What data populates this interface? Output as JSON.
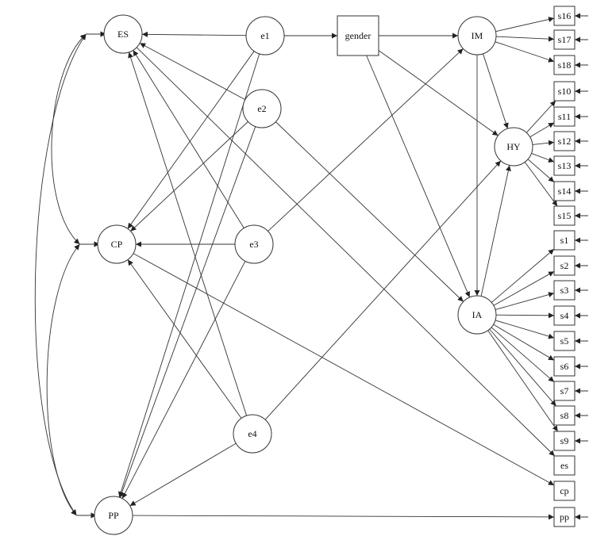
{
  "diagram": {
    "type": "path-diagram",
    "colors": {
      "line": "#333333",
      "node_fill": "#ffffff",
      "text": "#111111"
    },
    "nodes": [
      {
        "id": "ES",
        "label": "ES",
        "shape": "circle"
      },
      {
        "id": "CP",
        "label": "CP",
        "shape": "circle"
      },
      {
        "id": "PP",
        "label": "PP",
        "shape": "circle"
      },
      {
        "id": "e1",
        "label": "e1",
        "shape": "circle"
      },
      {
        "id": "e2",
        "label": "e2",
        "shape": "circle"
      },
      {
        "id": "e3",
        "label": "e3",
        "shape": "circle"
      },
      {
        "id": "e4",
        "label": "e4",
        "shape": "circle"
      },
      {
        "id": "gender",
        "label": "gender",
        "shape": "box"
      },
      {
        "id": "IM",
        "label": "IM",
        "shape": "circle"
      },
      {
        "id": "HY",
        "label": "HY",
        "shape": "circle"
      },
      {
        "id": "IA",
        "label": "IA",
        "shape": "circle"
      },
      {
        "id": "s16",
        "label": "s16",
        "shape": "box"
      },
      {
        "id": "s17",
        "label": "s17",
        "shape": "box"
      },
      {
        "id": "s18",
        "label": "s18",
        "shape": "box"
      },
      {
        "id": "s10",
        "label": "s10",
        "shape": "box"
      },
      {
        "id": "s11",
        "label": "s11",
        "shape": "box"
      },
      {
        "id": "s12",
        "label": "s12",
        "shape": "box"
      },
      {
        "id": "s13",
        "label": "s13",
        "shape": "box"
      },
      {
        "id": "s14",
        "label": "s14",
        "shape": "box"
      },
      {
        "id": "s15",
        "label": "s15",
        "shape": "box"
      },
      {
        "id": "s1",
        "label": "s1",
        "shape": "box"
      },
      {
        "id": "s2",
        "label": "s2",
        "shape": "box"
      },
      {
        "id": "s3",
        "label": "s3",
        "shape": "box"
      },
      {
        "id": "s4",
        "label": "s4",
        "shape": "box"
      },
      {
        "id": "s5",
        "label": "s5",
        "shape": "box"
      },
      {
        "id": "s6",
        "label": "s6",
        "shape": "box"
      },
      {
        "id": "s7",
        "label": "s7",
        "shape": "box"
      },
      {
        "id": "s8",
        "label": "s8",
        "shape": "box"
      },
      {
        "id": "s9",
        "label": "s9",
        "shape": "box"
      },
      {
        "id": "es",
        "label": "es",
        "shape": "box"
      },
      {
        "id": "cp",
        "label": "cp",
        "shape": "box"
      },
      {
        "id": "pp",
        "label": "pp",
        "shape": "box"
      }
    ],
    "edges": [
      {
        "from": "e1",
        "to": "ES",
        "kind": "directed"
      },
      {
        "from": "e1",
        "to": "gender",
        "kind": "directed"
      },
      {
        "from": "e1",
        "to": "CP",
        "kind": "directed"
      },
      {
        "from": "e1",
        "to": "PP",
        "kind": "directed"
      },
      {
        "from": "e2",
        "to": "ES",
        "kind": "directed"
      },
      {
        "from": "e2",
        "to": "CP",
        "kind": "directed"
      },
      {
        "from": "e2",
        "to": "PP",
        "kind": "directed"
      },
      {
        "from": "e2",
        "to": "IA",
        "kind": "directed"
      },
      {
        "from": "e3",
        "to": "ES",
        "kind": "directed"
      },
      {
        "from": "e3",
        "to": "CP",
        "kind": "directed"
      },
      {
        "from": "e3",
        "to": "PP",
        "kind": "directed"
      },
      {
        "from": "e3",
        "to": "IM",
        "kind": "directed"
      },
      {
        "from": "e4",
        "to": "ES",
        "kind": "directed"
      },
      {
        "from": "e4",
        "to": "CP",
        "kind": "directed"
      },
      {
        "from": "e4",
        "to": "PP",
        "kind": "directed"
      },
      {
        "from": "e4",
        "to": "HY",
        "kind": "directed"
      },
      {
        "from": "gender",
        "to": "IM",
        "kind": "directed"
      },
      {
        "from": "gender",
        "to": "HY",
        "kind": "directed"
      },
      {
        "from": "gender",
        "to": "IA",
        "kind": "directed"
      },
      {
        "from": "IM",
        "to": "HY",
        "kind": "directed"
      },
      {
        "from": "IM",
        "to": "IA",
        "kind": "directed"
      },
      {
        "from": "IA",
        "to": "HY",
        "kind": "directed"
      },
      {
        "from": "IM",
        "to": "s16",
        "kind": "directed"
      },
      {
        "from": "IM",
        "to": "s17",
        "kind": "directed"
      },
      {
        "from": "IM",
        "to": "s18",
        "kind": "directed"
      },
      {
        "from": "HY",
        "to": "s10",
        "kind": "directed"
      },
      {
        "from": "HY",
        "to": "s11",
        "kind": "directed"
      },
      {
        "from": "HY",
        "to": "s12",
        "kind": "directed"
      },
      {
        "from": "HY",
        "to": "s13",
        "kind": "directed"
      },
      {
        "from": "HY",
        "to": "s14",
        "kind": "directed"
      },
      {
        "from": "HY",
        "to": "s15",
        "kind": "directed"
      },
      {
        "from": "IA",
        "to": "s1",
        "kind": "directed"
      },
      {
        "from": "IA",
        "to": "s2",
        "kind": "directed"
      },
      {
        "from": "IA",
        "to": "s3",
        "kind": "directed"
      },
      {
        "from": "IA",
        "to": "s4",
        "kind": "directed"
      },
      {
        "from": "IA",
        "to": "s5",
        "kind": "directed"
      },
      {
        "from": "IA",
        "to": "s6",
        "kind": "directed"
      },
      {
        "from": "IA",
        "to": "s7",
        "kind": "directed"
      },
      {
        "from": "IA",
        "to": "s8",
        "kind": "directed"
      },
      {
        "from": "IA",
        "to": "s9",
        "kind": "directed"
      },
      {
        "from": "ES",
        "to": "es",
        "kind": "directed"
      },
      {
        "from": "CP",
        "to": "cp",
        "kind": "directed"
      },
      {
        "from": "PP",
        "to": "pp",
        "kind": "directed"
      },
      {
        "from": "ES",
        "to": "CP",
        "kind": "covariance"
      },
      {
        "from": "CP",
        "to": "PP",
        "kind": "covariance"
      },
      {
        "from": "ES",
        "to": "PP",
        "kind": "covariance"
      }
    ],
    "error_terms": [
      "s16",
      "s17",
      "s18",
      "s10",
      "s11",
      "s12",
      "s13",
      "s14",
      "s15",
      "s1",
      "s2",
      "s3",
      "s4",
      "s5",
      "s6",
      "s7",
      "s8",
      "s9",
      "pp"
    ]
  }
}
